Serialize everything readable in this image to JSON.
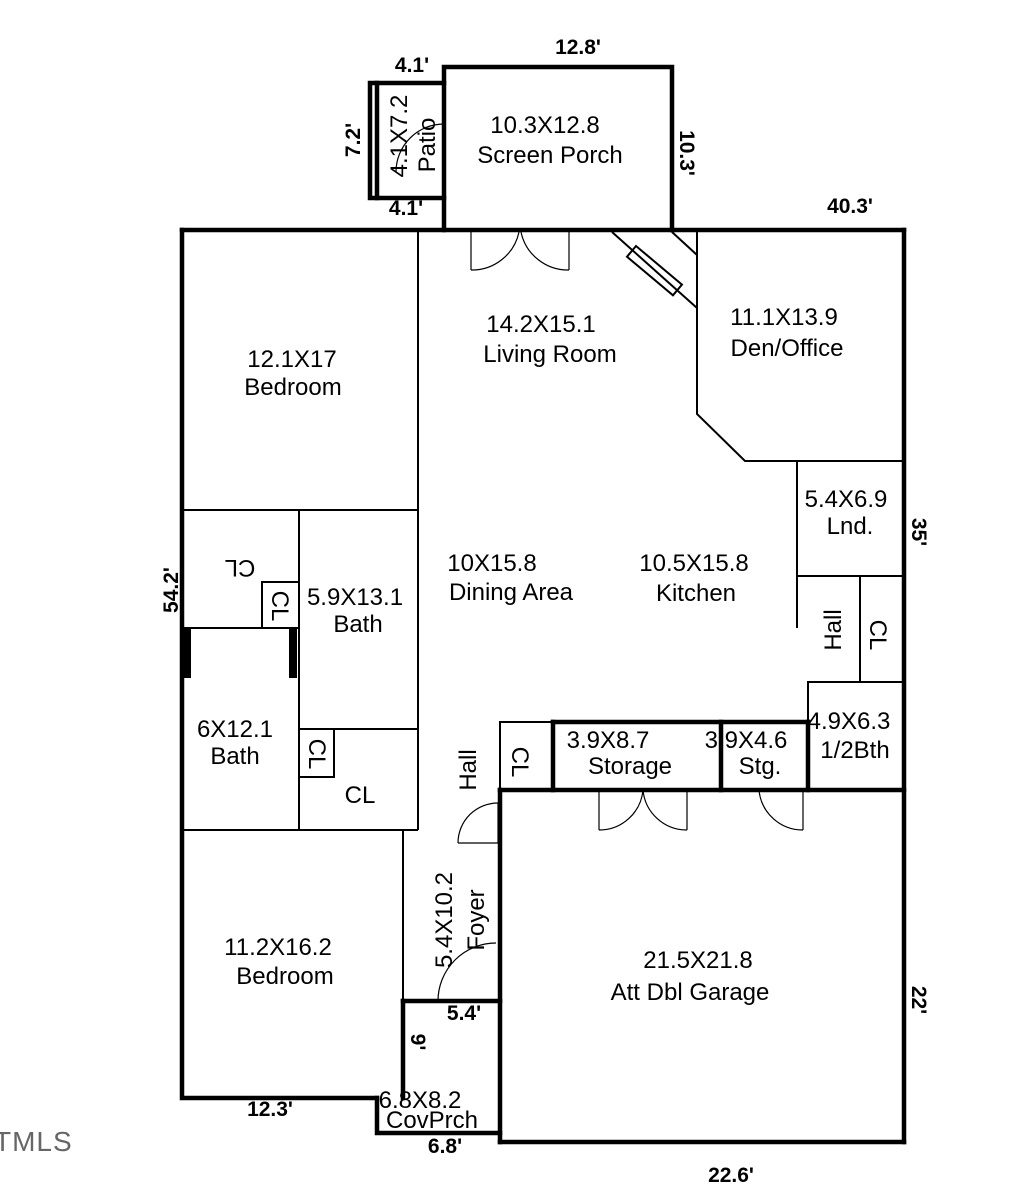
{
  "rooms": {
    "patio": {
      "size": "4.1X7.2",
      "name": "Patio"
    },
    "screen_porch": {
      "size": "10.3X12.8",
      "name": "Screen Porch"
    },
    "living_room": {
      "size": "14.2X15.1",
      "name": "Living Room"
    },
    "den_office": {
      "size": "11.1X13.9",
      "name": "Den/Office"
    },
    "bedroom_1": {
      "size": "12.1X17",
      "name": "Bedroom"
    },
    "laundry": {
      "size": "5.4X6.9",
      "name": "Lnd."
    },
    "dining_area": {
      "size": "10X15.8",
      "name": "Dining Area"
    },
    "kitchen": {
      "size": "10.5X15.8",
      "name": "Kitchen"
    },
    "bath_1": {
      "size": "5.9X13.1",
      "name": "Bath"
    },
    "bath_2": {
      "size": "6X12.1",
      "name": "Bath"
    },
    "storage": {
      "size": "3.9X8.7",
      "name": "Storage"
    },
    "storage_small": {
      "size": "3.9X4.6",
      "name": "Stg."
    },
    "half_bath": {
      "size": "4.9X6.3",
      "name": "1/2Bth"
    },
    "foyer": {
      "size": "5.4X10.2",
      "name": "Foyer"
    },
    "bedroom_2": {
      "size": "11.2X16.2",
      "name": "Bedroom"
    },
    "garage": {
      "size": "21.5X21.8",
      "name": "Att Dbl Garage"
    },
    "covered_porch": {
      "size": "6.8X8.2",
      "name": "CovPrch"
    }
  },
  "labels": {
    "closet": "CL",
    "hall": "Hall"
  },
  "dimensions": {
    "patio_top": "4.1'",
    "patio_bottom": "4.1'",
    "patio_side": "7.2'",
    "porch_top": "12.8'",
    "porch_side": "10.3'",
    "house_top": "40.3'",
    "house_left": "54.2'",
    "right_upper": "35'",
    "right_lower": "22'",
    "garage_bottom": "22.6'",
    "bedroom_bottom": "12.3'",
    "foyer_bottom": "5.4'",
    "covprch_side": "9'",
    "covprch_bottom": "6.8'"
  },
  "watermark": "TMLS"
}
